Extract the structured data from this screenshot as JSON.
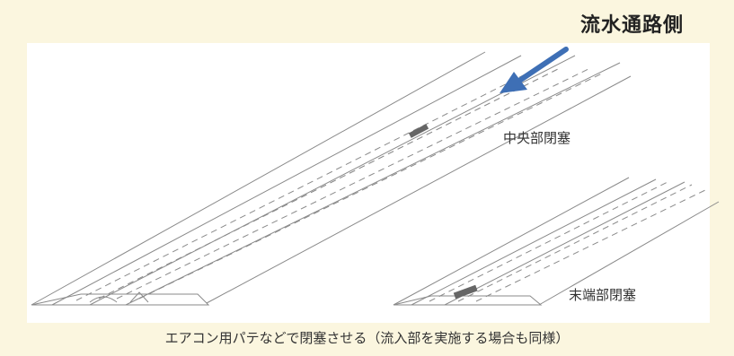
{
  "header": {
    "title": "流水通路側"
  },
  "labels": {
    "center_block": "中央部閉塞",
    "end_block": "末端部閉塞"
  },
  "caption": "エアコン用パテなどで閉塞させる（流入部を実施する場合も同様）",
  "colors": {
    "background": "#fbf6df",
    "panel": "#ffffff",
    "arrow": "#3e6fb5",
    "line": "#777777"
  },
  "icons": [
    "arrow-icon"
  ]
}
